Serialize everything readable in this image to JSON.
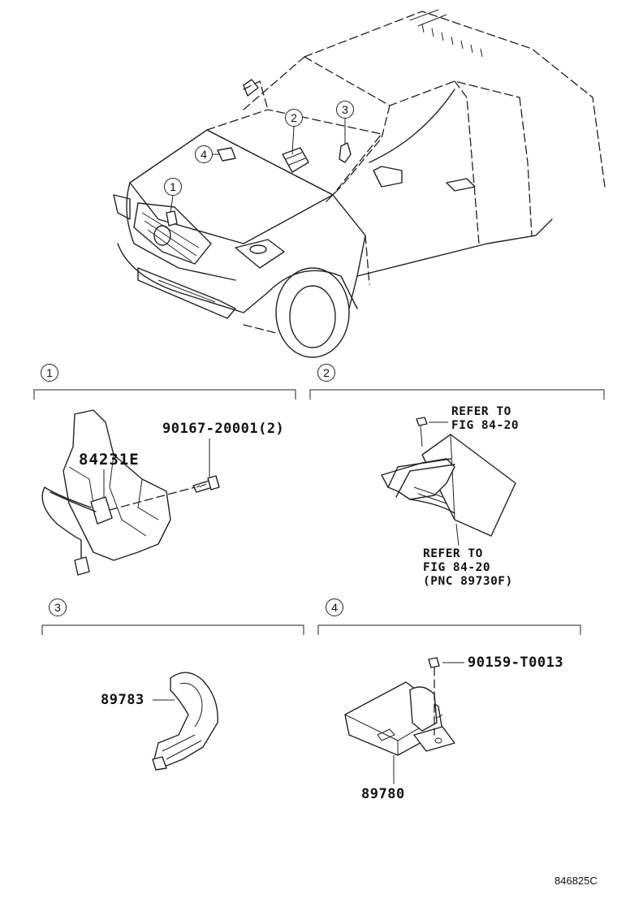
{
  "diagram": {
    "callouts": [
      "1",
      "2",
      "3",
      "4"
    ],
    "sections": [
      {
        "id": "1",
        "parts": [
          "84231E",
          "90167-20001(2)"
        ]
      },
      {
        "id": "2",
        "refs": [
          {
            "line1": "REFER TO",
            "line2": "FIG 84-20"
          },
          {
            "line1": "REFER TO",
            "line2": "FIG 84-20",
            "line3": "(PNC 89730F)"
          }
        ]
      },
      {
        "id": "3",
        "parts": [
          "89783"
        ]
      },
      {
        "id": "4",
        "parts": [
          "90159-T0013",
          "89780"
        ]
      }
    ],
    "code": "846825C"
  }
}
